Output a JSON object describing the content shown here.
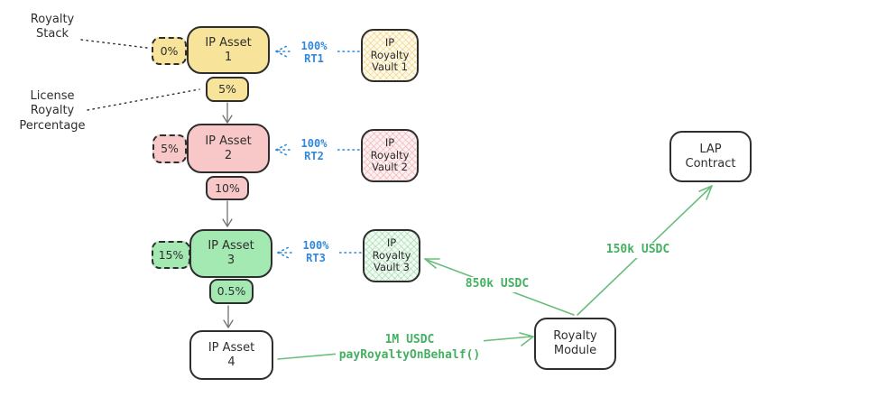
{
  "colors": {
    "asset1_fill": "#f7e49a",
    "asset2_fill": "#f8c8c8",
    "asset3_fill": "#a5e9b2",
    "stroke": "#2e2e2e",
    "rt_label_blue": "#2f88dd",
    "flow_label_green": "#44b061"
  },
  "annotations": {
    "royalty_stack": "Royalty\nStack",
    "license_royalty_percentage": "License\nRoyalty\nPercentage"
  },
  "assets": [
    {
      "label": "IP Asset\n1",
      "royalty_stack_pct": "0%",
      "license_royalty_pct": "5%"
    },
    {
      "label": "IP Asset\n2",
      "royalty_stack_pct": "5%",
      "license_royalty_pct": "10%"
    },
    {
      "label": "IP Asset\n3",
      "royalty_stack_pct": "15%",
      "license_royalty_pct": "0.5%"
    },
    {
      "label": "IP Asset\n4"
    }
  ],
  "vaults": [
    {
      "label": "IP\nRoyalty\nVault 1",
      "rt_label": "100%\nRT1"
    },
    {
      "label": "IP\nRoyalty\nVault 2",
      "rt_label": "100%\nRT2"
    },
    {
      "label": "IP\nRoyalty\nVault 3",
      "rt_label": "100%\nRT3"
    }
  ],
  "contracts": {
    "lap": "LAP\nContract",
    "royalty_module": "Royalty\nModule"
  },
  "flows": {
    "pay_on_behalf": "1M USDC\npayRoyaltyOnBehalf()",
    "to_vault3": "850k USDC",
    "to_lap": "150k USDC"
  }
}
